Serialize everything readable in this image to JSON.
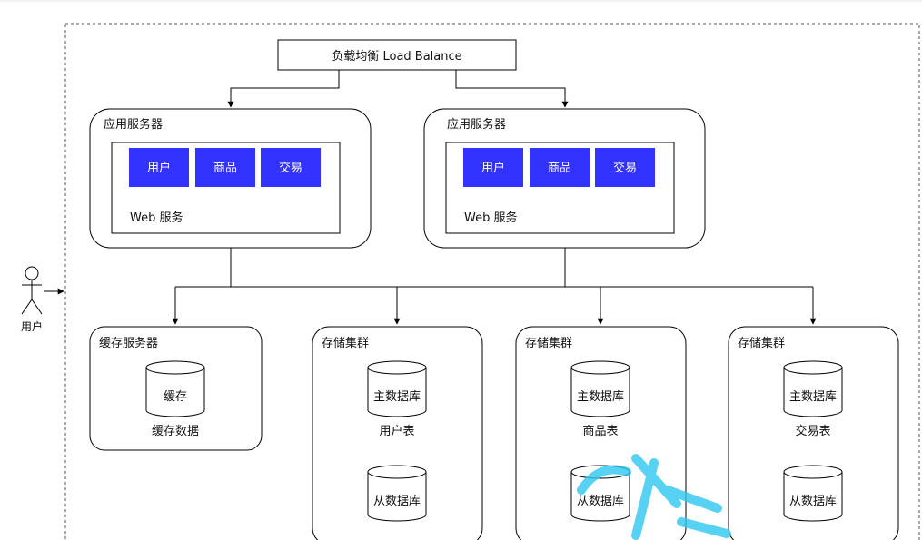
{
  "load_balancer": {
    "label": "负载均衡 Load Balance"
  },
  "user": {
    "label": "用户"
  },
  "app_servers": [
    {
      "title": "应用服务器",
      "web_label": "Web 服务",
      "modules": [
        "用户",
        "商品",
        "交易"
      ]
    },
    {
      "title": "应用服务器",
      "web_label": "Web 服务",
      "modules": [
        "用户",
        "商品",
        "交易"
      ]
    }
  ],
  "cache_server": {
    "title": "缓存服务器",
    "db_label": "缓存",
    "caption": "缓存数据"
  },
  "storage_clusters": [
    {
      "title": "存储集群",
      "master": "主数据库",
      "caption": "用户表",
      "slave": "从数据库"
    },
    {
      "title": "存储集群",
      "master": "主数据库",
      "caption": "商品表",
      "slave": "从数据库"
    },
    {
      "title": "存储集群",
      "master": "主数据库",
      "caption": "交易表",
      "slave": "从数据库"
    }
  ],
  "colors": {
    "module_fill": "#3333ff",
    "stroke": "#000000",
    "watermark": "#2ec7f0"
  }
}
